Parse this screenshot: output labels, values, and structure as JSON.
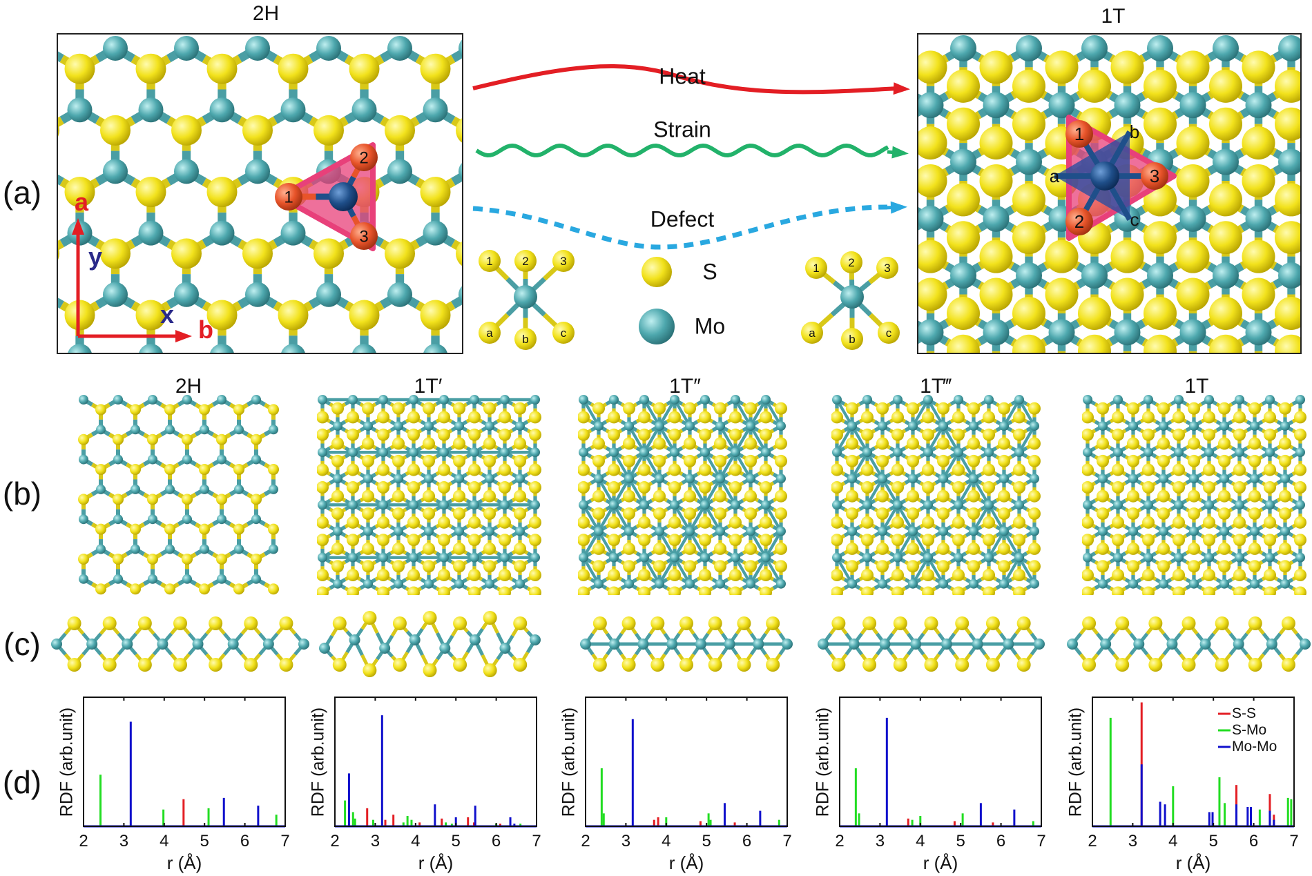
{
  "panel_labels": {
    "a": "(a)",
    "b": "(b)",
    "c": "(c)",
    "d": "(d)"
  },
  "panel_a": {
    "left_title": "2H",
    "right_title": "1T",
    "arrows": [
      {
        "label": "Heat",
        "color": "#e31e24"
      },
      {
        "label": "Strain",
        "color": "#22b26a"
      },
      {
        "label": "Defect",
        "color": "#29a8e0"
      }
    ],
    "axes": {
      "a": "a",
      "y": "y",
      "x": "x",
      "b": "b"
    },
    "site_labels_top": [
      "1",
      "2",
      "3"
    ],
    "site_labels_bottom": [
      "a",
      "b",
      "c"
    ],
    "legend": {
      "s": "S",
      "mo": "Mo"
    }
  },
  "phases": [
    "2H",
    "1T′",
    "1T″",
    "1T‴",
    "1T"
  ],
  "colors": {
    "sulfur": "#f2e21c",
    "molybdenum": "#4ea8ae",
    "highlight_site": "#e8542a",
    "center_mo": "#1f4f8a",
    "triangle": "#e8407a"
  },
  "rdf_legend": {
    "ss": "S-S",
    "smo": "S-Mo",
    "momo": "Mo-Mo"
  },
  "chart_data": [
    {
      "type": "bar",
      "title": "2H",
      "xlabel": "r (Å)",
      "ylabel": "RDF (arb.unit)",
      "xlim": [
        2,
        7
      ],
      "ylim": [
        0,
        1
      ],
      "xticks": [
        2,
        3,
        4,
        5,
        6,
        7
      ],
      "legend": null,
      "series": {
        "ss": {
          "color": "#e31e24",
          "peaks": [
            [
              4.48,
              0.21
            ]
          ]
        },
        "smo": {
          "color": "#22dd22",
          "peaks": [
            [
              2.42,
              0.4
            ],
            [
              3.98,
              0.13
            ],
            [
              5.1,
              0.14
            ],
            [
              6.78,
              0.09
            ]
          ]
        },
        "momo": {
          "color": "#1010cc",
          "peaks": [
            [
              3.17,
              0.81
            ],
            [
              5.48,
              0.22
            ],
            [
              6.33,
              0.16
            ]
          ]
        }
      }
    },
    {
      "type": "bar",
      "title": "1T′",
      "xlabel": "r (Å)",
      "ylabel": "RDF (arb.unit)",
      "xlim": [
        2,
        7
      ],
      "ylim": [
        0,
        1
      ],
      "xticks": [
        2,
        3,
        4,
        5,
        6,
        7
      ],
      "legend": null,
      "series": {
        "ss": {
          "color": "#e31e24",
          "peaks": [
            [
              2.8,
              0.14
            ],
            [
              3.25,
              0.05
            ],
            [
              3.45,
              0.09
            ],
            [
              4.1,
              0.03
            ],
            [
              4.65,
              0.06
            ],
            [
              5.3,
              0.07
            ],
            [
              5.45,
              0.03
            ],
            [
              6.1,
              0.02
            ]
          ]
        },
        "smo": {
          "color": "#22dd22",
          "peaks": [
            [
              2.25,
              0.2
            ],
            [
              2.45,
              0.11
            ],
            [
              2.5,
              0.06
            ],
            [
              2.95,
              0.05
            ],
            [
              3.7,
              0.03
            ],
            [
              3.8,
              0.08
            ],
            [
              3.9,
              0.05
            ],
            [
              4.75,
              0.03
            ],
            [
              4.9,
              0.02
            ],
            [
              6.0,
              0.02
            ],
            [
              6.6,
              0.02
            ]
          ]
        },
        "momo": {
          "color": "#1010cc",
          "peaks": [
            [
              2.35,
              0.41
            ],
            [
              3.17,
              0.86
            ],
            [
              4.48,
              0.17
            ],
            [
              5.0,
              0.07
            ],
            [
              5.48,
              0.16
            ],
            [
              6.35,
              0.07
            ],
            [
              6.45,
              0.02
            ]
          ]
        }
      }
    },
    {
      "type": "bar",
      "title": "1T″",
      "xlabel": "r (Å)",
      "ylabel": "RDF (arb.unit)",
      "xlim": [
        2,
        7
      ],
      "ylim": [
        0,
        1
      ],
      "xticks": [
        2,
        3,
        4,
        5,
        6,
        7
      ],
      "legend": null,
      "series": {
        "ss": {
          "color": "#e31e24",
          "peaks": [
            [
              3.7,
              0.05
            ],
            [
              3.8,
              0.07
            ],
            [
              4.85,
              0.04
            ],
            [
              5.7,
              0.03
            ]
          ]
        },
        "smo": {
          "color": "#22dd22",
          "peaks": [
            [
              2.4,
              0.45
            ],
            [
              2.45,
              0.1
            ],
            [
              4.0,
              0.07
            ],
            [
              5.05,
              0.1
            ],
            [
              5.1,
              0.05
            ],
            [
              6.8,
              0.05
            ]
          ]
        },
        "momo": {
          "color": "#1010cc",
          "peaks": [
            [
              3.17,
              0.83
            ],
            [
              5.45,
              0.18
            ],
            [
              6.33,
              0.12
            ]
          ]
        }
      }
    },
    {
      "type": "bar",
      "title": "1T‴",
      "xlabel": "r (Å)",
      "ylabel": "RDF (arb.unit)",
      "xlim": [
        2,
        7
      ],
      "ylim": [
        0,
        1
      ],
      "xticks": [
        2,
        3,
        4,
        5,
        6,
        7
      ],
      "legend": null,
      "series": {
        "ss": {
          "color": "#e31e24",
          "peaks": [
            [
              3.7,
              0.06
            ],
            [
              4.85,
              0.04
            ],
            [
              5.8,
              0.03
            ]
          ]
        },
        "smo": {
          "color": "#22dd22",
          "peaks": [
            [
              2.4,
              0.45
            ],
            [
              2.48,
              0.1
            ],
            [
              3.8,
              0.05
            ],
            [
              4.0,
              0.08
            ],
            [
              5.05,
              0.1
            ],
            [
              6.8,
              0.04
            ]
          ]
        },
        "momo": {
          "color": "#1010cc",
          "peaks": [
            [
              3.17,
              0.84
            ],
            [
              5.5,
              0.18
            ],
            [
              6.33,
              0.13
            ]
          ]
        }
      }
    },
    {
      "type": "bar",
      "title": "1T",
      "xlabel": "r (Å)",
      "ylabel": "RDF (arb.unit)",
      "xlim": [
        2,
        7
      ],
      "ylim": [
        0,
        1
      ],
      "xticks": [
        2,
        3,
        4,
        5,
        6,
        7
      ],
      "legend": "top-right",
      "series": {
        "ss": {
          "color": "#e31e24",
          "peaks": [
            [
              3.22,
              0.96
            ],
            [
              5.57,
              0.32
            ],
            [
              6.4,
              0.25
            ],
            [
              6.5,
              0.09
            ]
          ]
        },
        "smo": {
          "color": "#22dd22",
          "peaks": [
            [
              2.45,
              0.84
            ],
            [
              4.0,
              0.31
            ],
            [
              5.15,
              0.38
            ],
            [
              5.28,
              0.18
            ],
            [
              6.15,
              0.13
            ],
            [
              6.85,
              0.22
            ],
            [
              6.93,
              0.21
            ]
          ]
        },
        "momo": {
          "color": "#1010cc",
          "peaks": [
            [
              3.22,
              0.48
            ],
            [
              3.68,
              0.19
            ],
            [
              3.8,
              0.17
            ],
            [
              4.9,
              0.11
            ],
            [
              4.98,
              0.11
            ],
            [
              5.57,
              0.17
            ],
            [
              5.85,
              0.15
            ],
            [
              5.93,
              0.15
            ],
            [
              6.4,
              0.12
            ],
            [
              6.5,
              0.05
            ]
          ]
        }
      }
    }
  ]
}
